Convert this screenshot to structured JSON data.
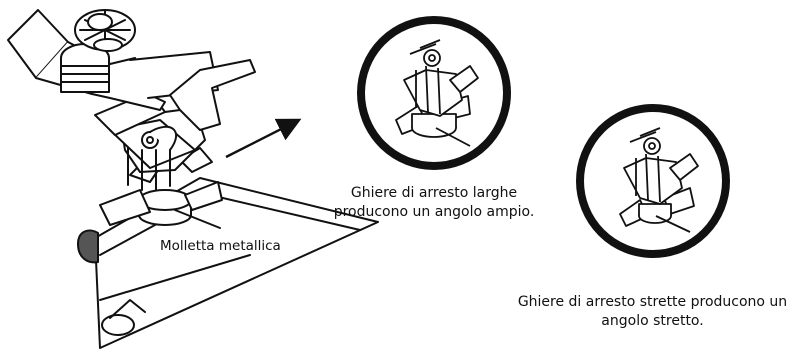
{
  "labels": {
    "metal_clip": "Molletta metallica",
    "wide_caption": "Ghiere di arresto larghe producono un angolo ampio.",
    "narrow_caption": "Ghiere di arresto strette producono un angolo stretto."
  },
  "colors": {
    "line": "#111111",
    "rubber_cap": "#555555",
    "background": "#ffffff"
  }
}
